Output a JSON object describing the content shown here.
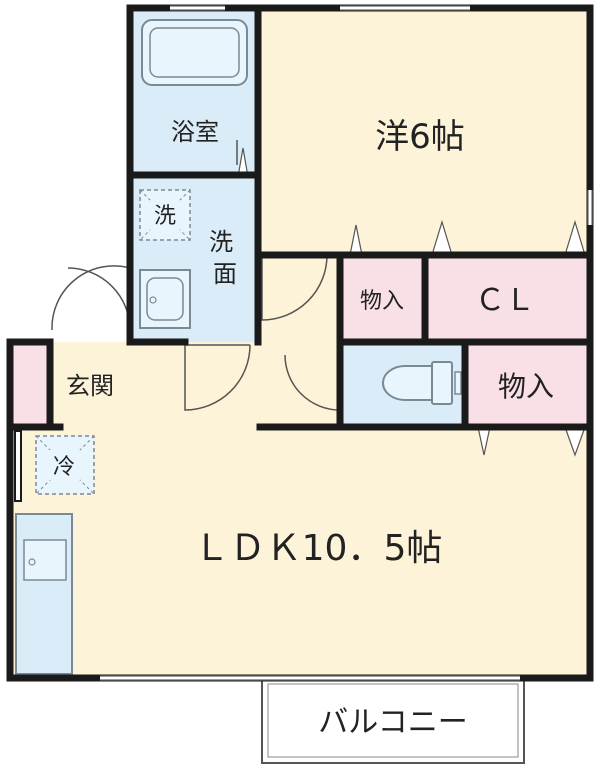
{
  "rooms": {
    "bath": {
      "label": "浴室",
      "color": "#d9ecf7"
    },
    "washroom": {
      "label": "洗\n面",
      "color": "#d9ecf7"
    },
    "washer_icon": "洗",
    "western_room": {
      "label": "洋6帖",
      "color": "#fdf3d8"
    },
    "storage_1": {
      "label": "物入",
      "color": "#f9dfe6"
    },
    "closet": {
      "label": "ＣＬ",
      "color": "#f9dfe6"
    },
    "toilet": {
      "color": "#d9ecf7"
    },
    "storage_2": {
      "label": "物入",
      "color": "#f9dfe6"
    },
    "entrance": {
      "label": "玄関",
      "color": "#fdf3d8"
    },
    "fridge_icon": "冷",
    "ldk": {
      "label": "ＬＤＫ10．5帖",
      "color": "#fdf3d8"
    },
    "balcony": {
      "label": "バルコニー",
      "color": "#ffffff"
    }
  },
  "colors": {
    "wall": "#1a1a1a",
    "fixture_stroke": "#7a8a95",
    "kitchen": "#d9ecf7",
    "hall": "#fdf3d8"
  }
}
